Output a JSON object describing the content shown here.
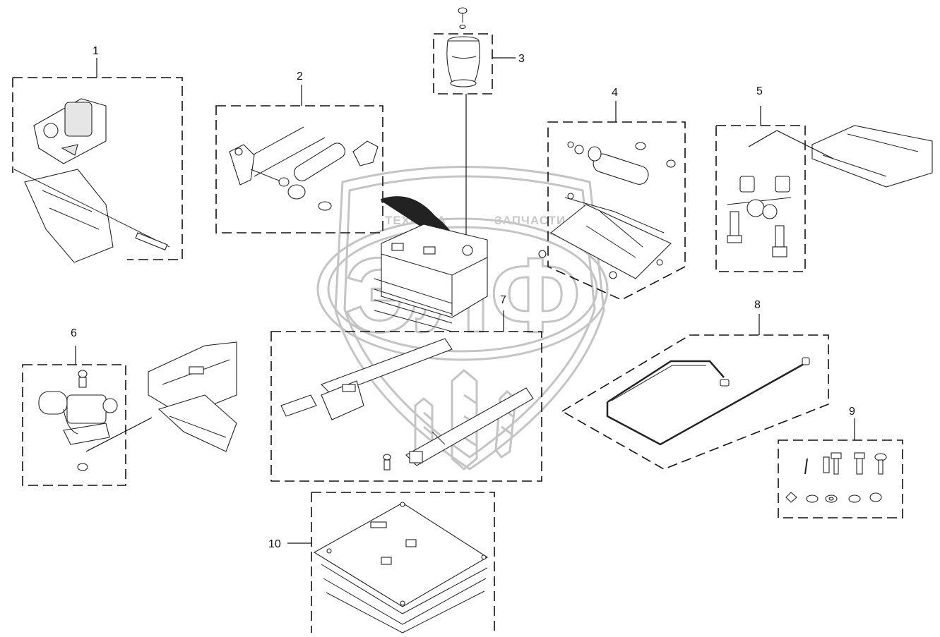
{
  "callouts": [
    "1",
    "2",
    "3",
    "4",
    "5",
    "6",
    "7",
    "8",
    "9",
    "10"
  ],
  "watermark": {
    "top_text": "ТЕХНИКА",
    "top_text_right": "ЗАПЧАСТИ",
    "logo_letters": "ЭЛФ",
    "color": "#c4c4c4"
  },
  "icons": [
    "seat-frame-icon",
    "air-spring-icon",
    "shock-absorber-icon",
    "compressor-icon",
    "hardware-kit-icon",
    "seat-cushion-icon",
    "shield-logo-icon"
  ]
}
